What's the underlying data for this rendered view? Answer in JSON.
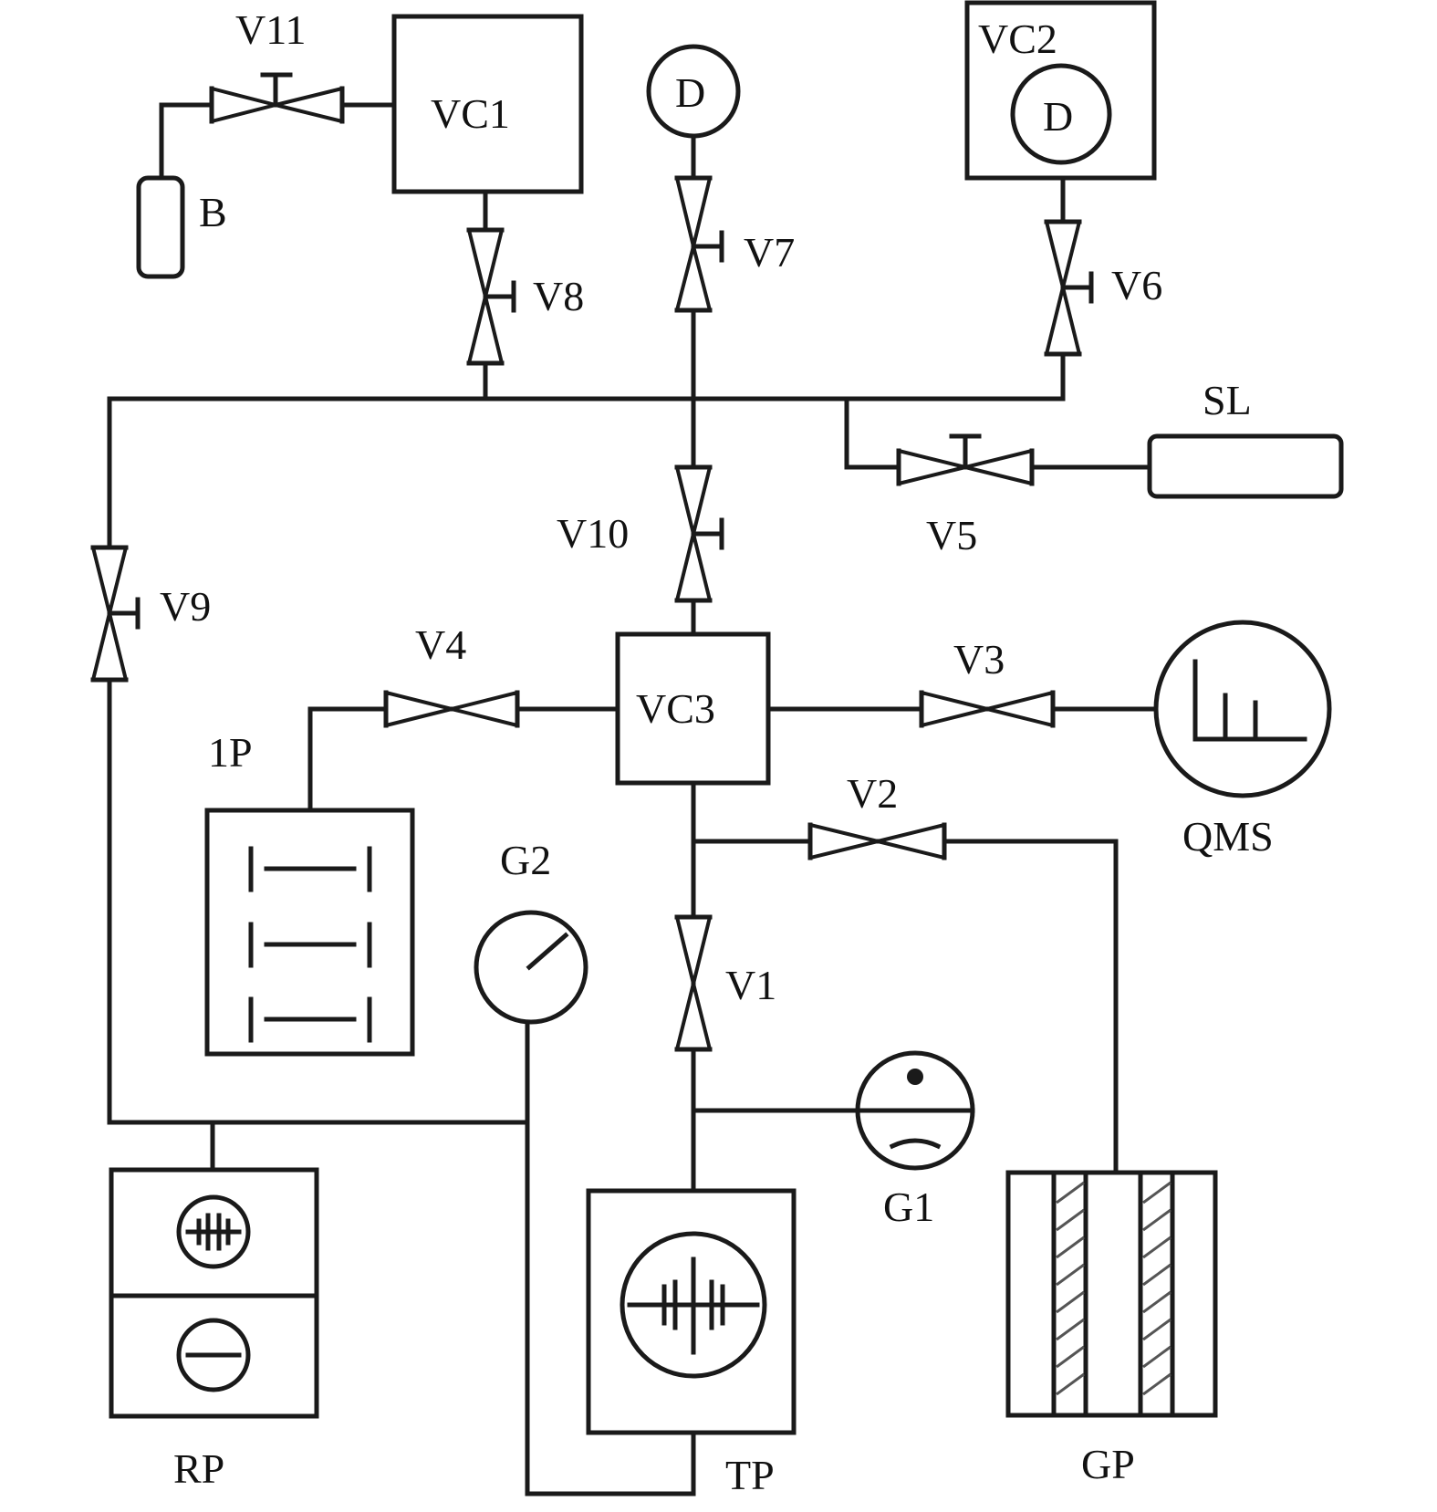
{
  "labels": {
    "v11": "V11",
    "vc1": "VC1",
    "b": "B",
    "v8": "V8",
    "d_top": "D",
    "v7": "V7",
    "vc2": "VC2",
    "d_vc2": "D",
    "v6": "V6",
    "sl": "SL",
    "v5": "V5",
    "v10": "V10",
    "v9": "V9",
    "v4": "V4",
    "vc3": "VC3",
    "v3": "V3",
    "qms": "QMS",
    "ip": "1P",
    "v2": "V2",
    "g2": "G2",
    "v1": "V1",
    "g1": "G1",
    "rp": "RP",
    "tp": "TP",
    "gp": "GP"
  }
}
